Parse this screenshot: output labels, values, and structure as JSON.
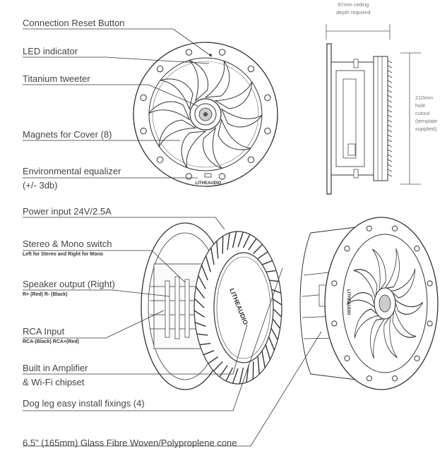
{
  "labels": {
    "reset": "Connection Reset Button",
    "led": "LED indicator",
    "tweeter": "Titanium tweeter",
    "magnets": "Magnets for Cover (8)",
    "eq_line1": "Environmental equalizer",
    "eq_line2": "(+/- 3db)",
    "power": "Power input 24V/2.5A",
    "stereo": "Stereo & Mono switch",
    "stereo_sub": "Left for Stereo and Right for Mono",
    "spk_out": "Speaker output (Right)",
    "spk_out_sub": "R+ (Red)   R- (Black)",
    "rca": "RCA Input",
    "rca_sub": "RCA-(Black)  RCA+(Red)",
    "amp_line1": "Built in Amplifier",
    "amp_line2": "& Wi-Fi chipset",
    "dogleg": "Dog leg easy install fixings (4)",
    "cone": "6.5\" (165mm) Glass Fibre Woven/Polyproplene cone"
  },
  "dimensions": {
    "depth_line1": "97mm ceiling",
    "depth_line2": "depth required",
    "hole_line1": "210mm",
    "hole_line2": "hole",
    "hole_line3": "cutout",
    "hole_line4": "(template",
    "hole_line5": "supplied)"
  },
  "brand": "LITHEAUDIO"
}
